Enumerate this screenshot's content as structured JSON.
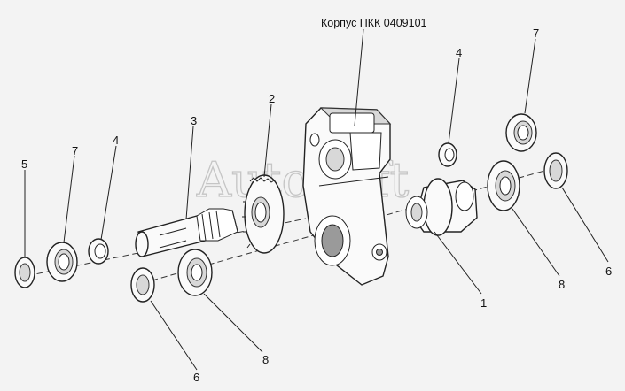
{
  "diagram": {
    "title": "Корпус ПКК 0409101",
    "watermark": "AutoSoft",
    "callouts": {
      "c1": "1",
      "c2": "2",
      "c3": "3",
      "c4_right": "4",
      "c4_left": "4",
      "c5": "5",
      "c6_left": "6",
      "c6_right": "6",
      "c7_left": "7",
      "c7_right": "7",
      "c8_left": "8",
      "c8_right": "8"
    }
  },
  "colors": {
    "background": "#f3f3f3",
    "lines": "#222222",
    "watermark": "#bdbdbd"
  }
}
